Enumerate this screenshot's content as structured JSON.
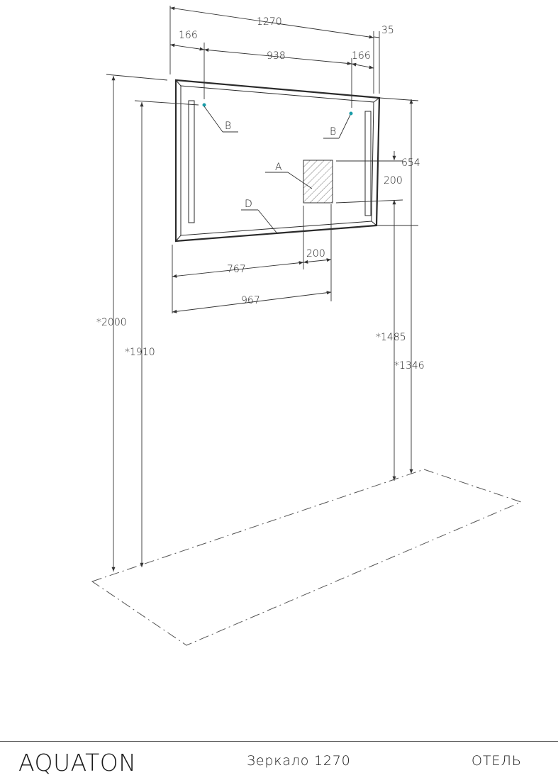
{
  "footer": {
    "brand": "AQUATON",
    "product": "Зеркало 1270",
    "series": "ОТЕЛЬ"
  },
  "dimensions": {
    "total_width": "1270",
    "depth": "35",
    "left_offset": "166",
    "center_span": "938",
    "right_offset": "166",
    "height": "654",
    "box_height": "200",
    "box_width": "200",
    "to_box_left": "767",
    "to_box_right": "967",
    "top_from_floor": "*2000",
    "led_from_floor": "*1910",
    "box_from_floor": "*1485",
    "bottom_from_floor": "*1346"
  },
  "callouts": {
    "a": "A",
    "b_left": "B",
    "b_right": "B",
    "d": "D"
  },
  "colors": {
    "line": "#333333",
    "sensor_dot": "#1a9ca8"
  }
}
